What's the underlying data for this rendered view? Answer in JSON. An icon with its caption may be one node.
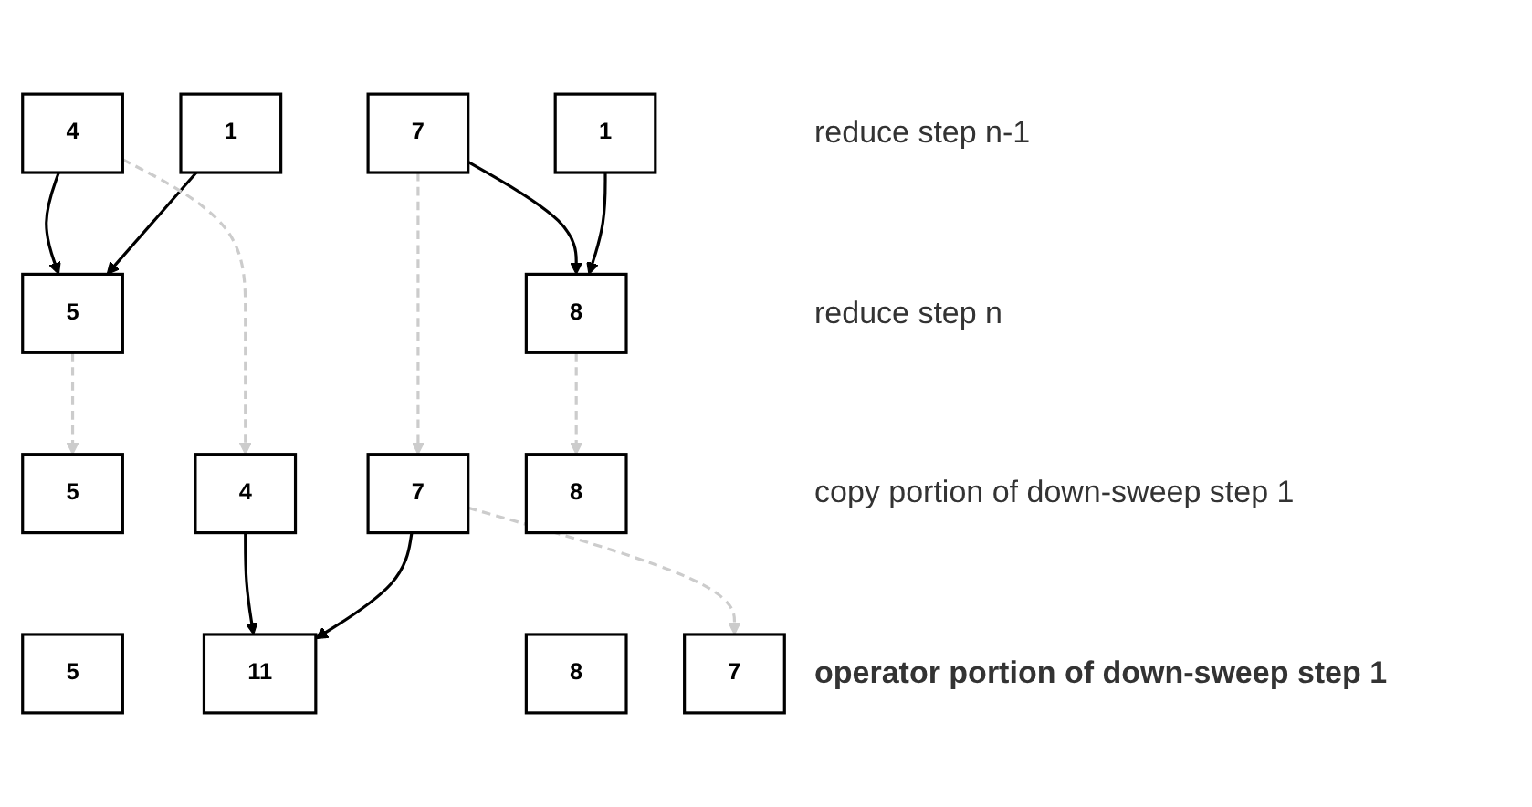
{
  "diagram": {
    "nodes": [
      {
        "text": [
          "4"
        ]
      },
      {
        "text": [
          "1"
        ]
      },
      {
        "text": [
          "7"
        ]
      },
      {
        "text": [
          "1"
        ]
      },
      {
        "text": [
          "5"
        ]
      },
      {
        "text": [
          "8"
        ]
      },
      {
        "text": [
          "4"
        ]
      },
      {
        "text": [
          "5"
        ]
      },
      {
        "text": [
          "7"
        ]
      },
      {
        "text": [
          "8"
        ]
      },
      {
        "text": [
          "7"
        ]
      },
      {
        "text": [
          "5"
        ]
      },
      {
        "text": [
          "11"
        ]
      },
      {
        "text": [
          "8"
        ]
      }
    ],
    "edges": [
      {
        "from": 0,
        "to": 4,
        "arrow": "to"
      },
      {
        "from": 1,
        "to": 4,
        "arrow": "to"
      },
      {
        "from": 2,
        "to": 5,
        "arrow": "to"
      },
      {
        "from": 3,
        "to": 5,
        "arrow": "to"
      },
      {
        "from": 0,
        "to": 6,
        "arrow": "to",
        "style": "dashed",
        "color": "#cccccc"
      },
      {
        "from": 4,
        "to": 7,
        "arrow": "to",
        "style": "dashed",
        "color": "#cccccc"
      },
      {
        "from": 2,
        "to": 8,
        "arrow": "to",
        "style": "dashed",
        "color": "#cccccc"
      },
      {
        "from": 5,
        "to": 9,
        "arrow": "to",
        "style": "dashed",
        "color": "#cccccc"
      },
      {
        "from": 6,
        "to": 12,
        "arrow": "to"
      },
      {
        "from": 8,
        "to": 12,
        "arrow": "to"
      },
      {
        "from": 8,
        "to": 10,
        "arrow": "to",
        "style": "dashed",
        "color": "#cccccc"
      }
    ],
    "labels": [
      "reduce step n-1",
      "reduce step n",
      "copy portion of down-sweep step 1",
      "operator portion of down-sweep step 1"
    ]
  }
}
